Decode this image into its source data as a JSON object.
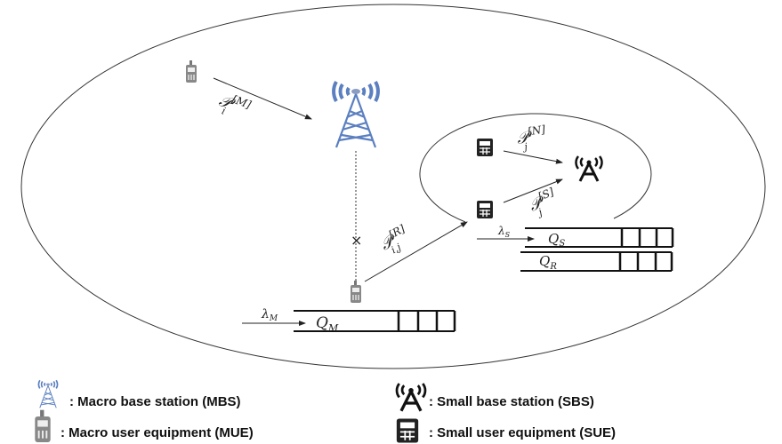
{
  "colors": {
    "mbs": "#5b7fc0",
    "line": "#222222",
    "device_gray": "#777777"
  },
  "labels": {
    "p_m": {
      "base": "𝒫",
      "sub": "i",
      "sup": "[M]"
    },
    "p_n": {
      "base": "𝒫",
      "sub": "j",
      "sup": "[N]"
    },
    "p_s": {
      "base": "𝒫",
      "sub": "j",
      "sup": "[S]"
    },
    "p_r": {
      "base": "𝒫",
      "sub": "i,j",
      "sup": "[R]"
    },
    "lambda_s": {
      "base": "λ",
      "sub": "S"
    },
    "lambda_m": {
      "base": "λ",
      "sub": "M"
    },
    "q_s": {
      "base": "Q",
      "sub": "S"
    },
    "q_r": {
      "base": "Q",
      "sub": "R"
    },
    "q_m": {
      "base": "Q",
      "sub": "M"
    },
    "blocked": "×"
  },
  "legend": {
    "mbs": ": Macro base station (MBS)",
    "sbs": ": Small base station (SBS)",
    "mue": ": Macro user equipment (MUE)",
    "sue": ": Small user equipment (SUE)"
  }
}
